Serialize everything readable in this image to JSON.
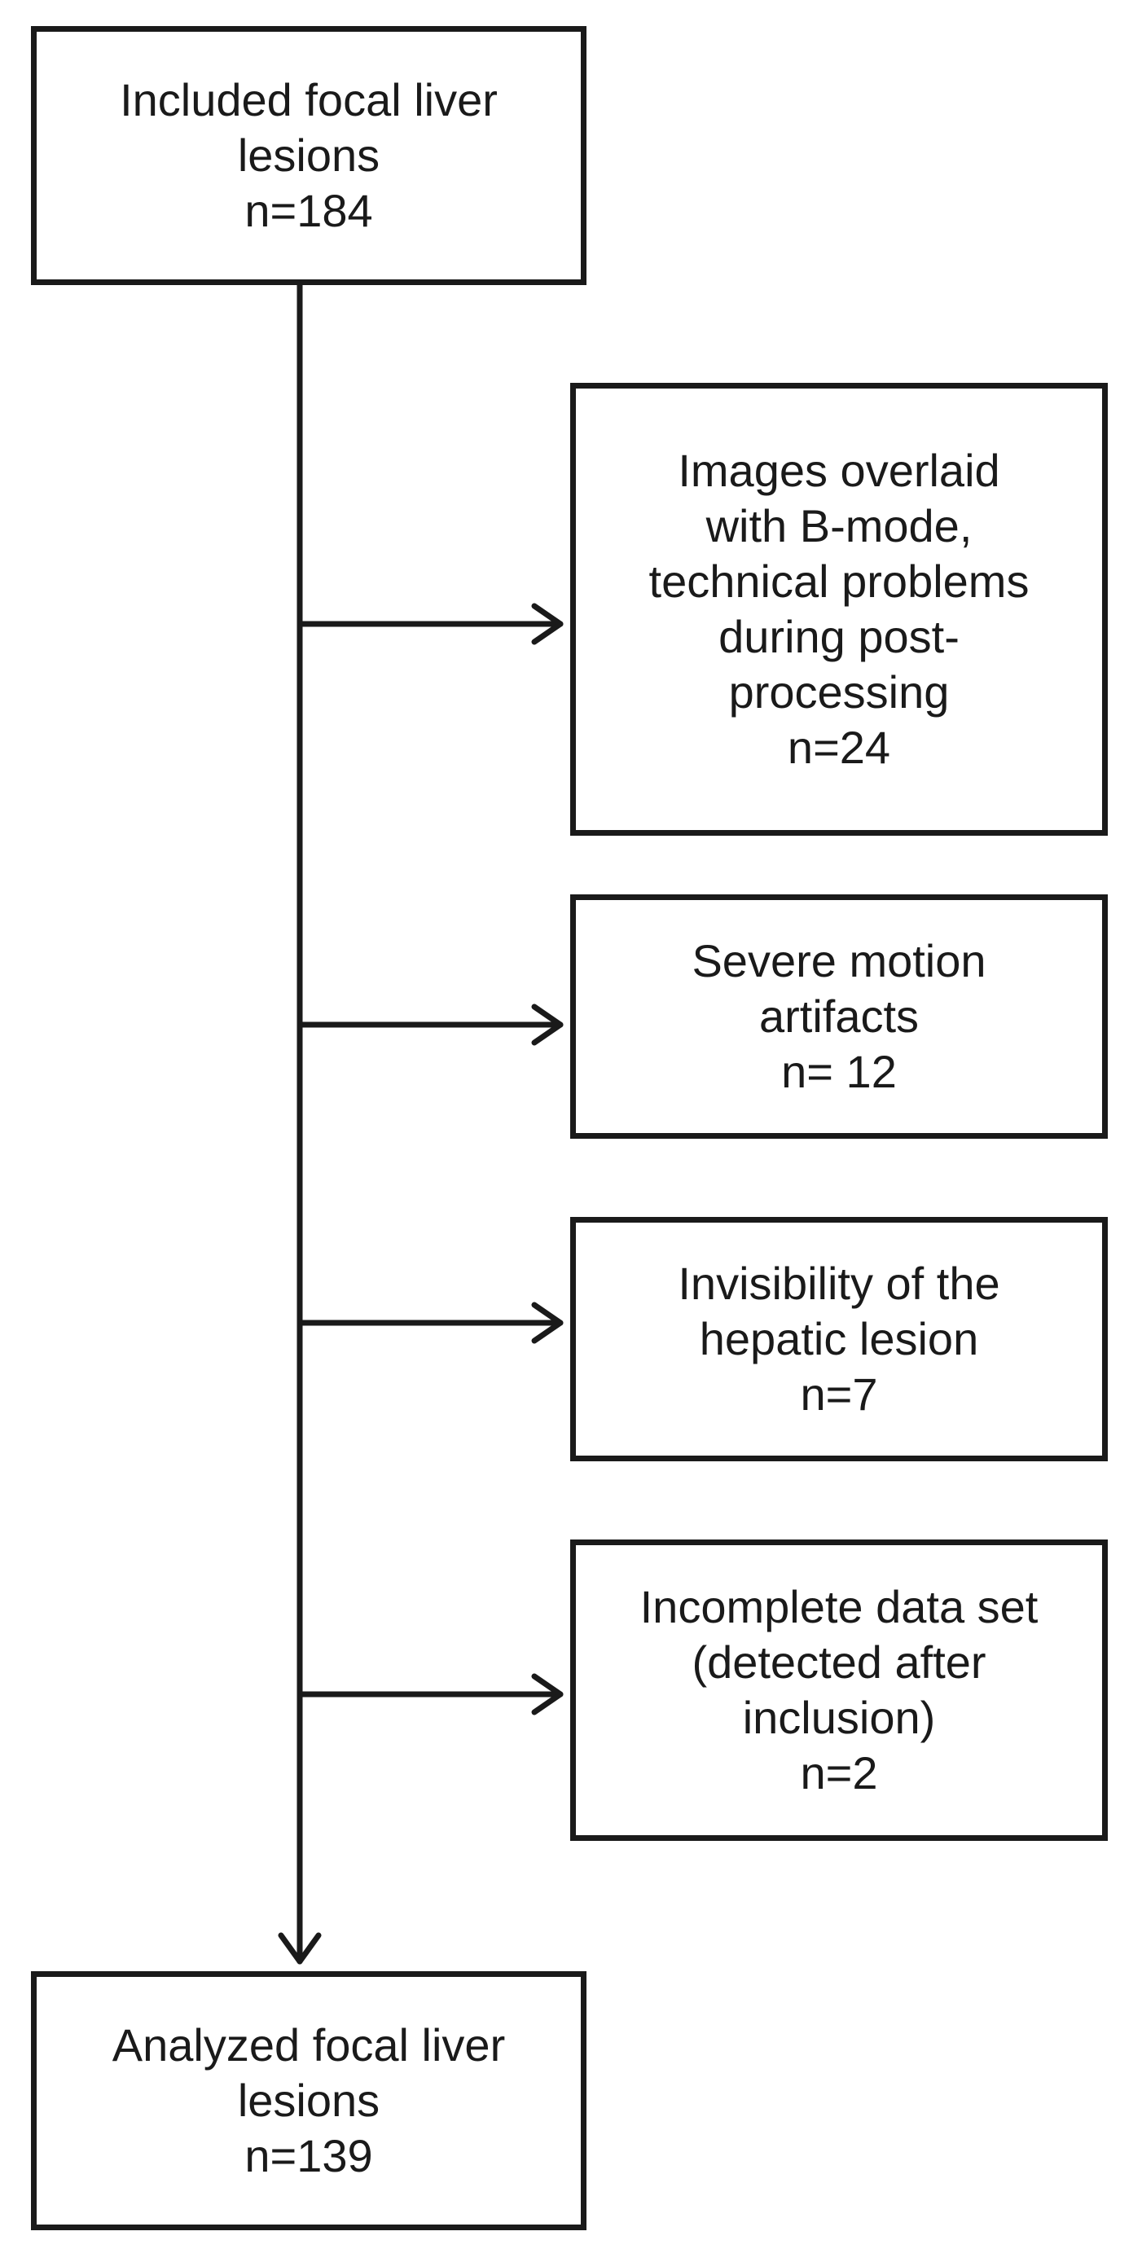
{
  "flowchart": {
    "start": {
      "lines": [
        "Included focal liver",
        "lesions",
        "n=184"
      ]
    },
    "exclusions": [
      {
        "lines": [
          "Images overlaid",
          "with B-mode,",
          "technical problems",
          "during post-",
          "processing",
          "n=24"
        ]
      },
      {
        "lines": [
          "Severe motion",
          "artifacts",
          "n= 12"
        ]
      },
      {
        "lines": [
          "Invisibility of the",
          "hepatic lesion",
          "n=7"
        ]
      },
      {
        "lines": [
          "Incomplete data set",
          "(detected after",
          "inclusion)",
          "n=2"
        ]
      }
    ],
    "end": {
      "lines": [
        "Analyzed focal liver",
        "lesions",
        "n=139"
      ]
    }
  }
}
